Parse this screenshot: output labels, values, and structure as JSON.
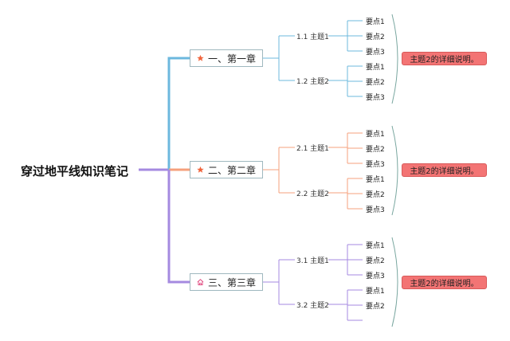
{
  "root": {
    "title": "穿过地平线知识笔记"
  },
  "colors": {
    "chapter1": "#6cb8de",
    "chapter2": "#f5a07c",
    "chapter3": "#a58ae0",
    "note_bg": "#f37474",
    "brace": "#7aa7a0"
  },
  "chapters": [
    {
      "label": "一、第一章",
      "icon": "star-icon",
      "topics": [
        {
          "label": "1.1 主题1",
          "points": [
            "要点1",
            "要点2",
            "要点3"
          ]
        },
        {
          "label": "1.2 主题2",
          "points": [
            "要点1",
            "要点2",
            "要点3"
          ]
        }
      ],
      "note": "主题2的详细说明。"
    },
    {
      "label": "二、第二章",
      "icon": "star-icon",
      "topics": [
        {
          "label": "2.1 主题1",
          "points": [
            "要点1",
            "要点2",
            "要点3"
          ]
        },
        {
          "label": "2.2 主题2",
          "points": [
            "要点1",
            "要点2",
            "要点3"
          ]
        }
      ],
      "note": "主题2的详细说明。"
    },
    {
      "label": "三、第三章",
      "icon": "home-icon",
      "topics": [
        {
          "label": "3.1 主题1",
          "points": [
            "要点1",
            "要点2",
            "要点3"
          ]
        },
        {
          "label": "3.2 主题2",
          "points": [
            "要点1",
            "要点2",
            ""
          ]
        }
      ],
      "note": "主题2的详细说明。"
    }
  ]
}
